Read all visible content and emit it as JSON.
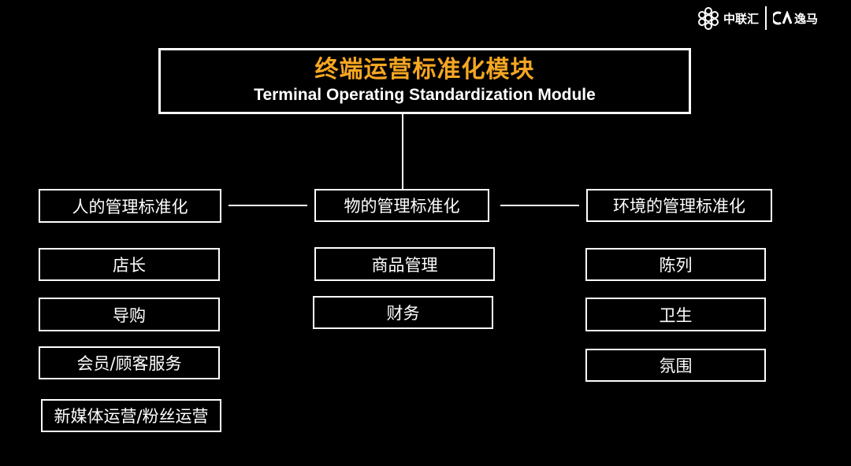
{
  "logo": {
    "brand1": "中联汇",
    "brand2": "逸马"
  },
  "root": {
    "title_zh": "终端运营标准化模块",
    "title_en": "Terminal Operating Standardization Module"
  },
  "categories": [
    {
      "label": "人的管理标准化",
      "items": [
        "店长",
        "导购",
        "会员/顾客服务",
        "新媒体运营/粉丝运营"
      ]
    },
    {
      "label": "物的管理标准化",
      "items": [
        "商品管理",
        "财务"
      ]
    },
    {
      "label": "环境的管理标准化",
      "items": [
        "陈列",
        "卫生",
        "氛围"
      ]
    }
  ]
}
